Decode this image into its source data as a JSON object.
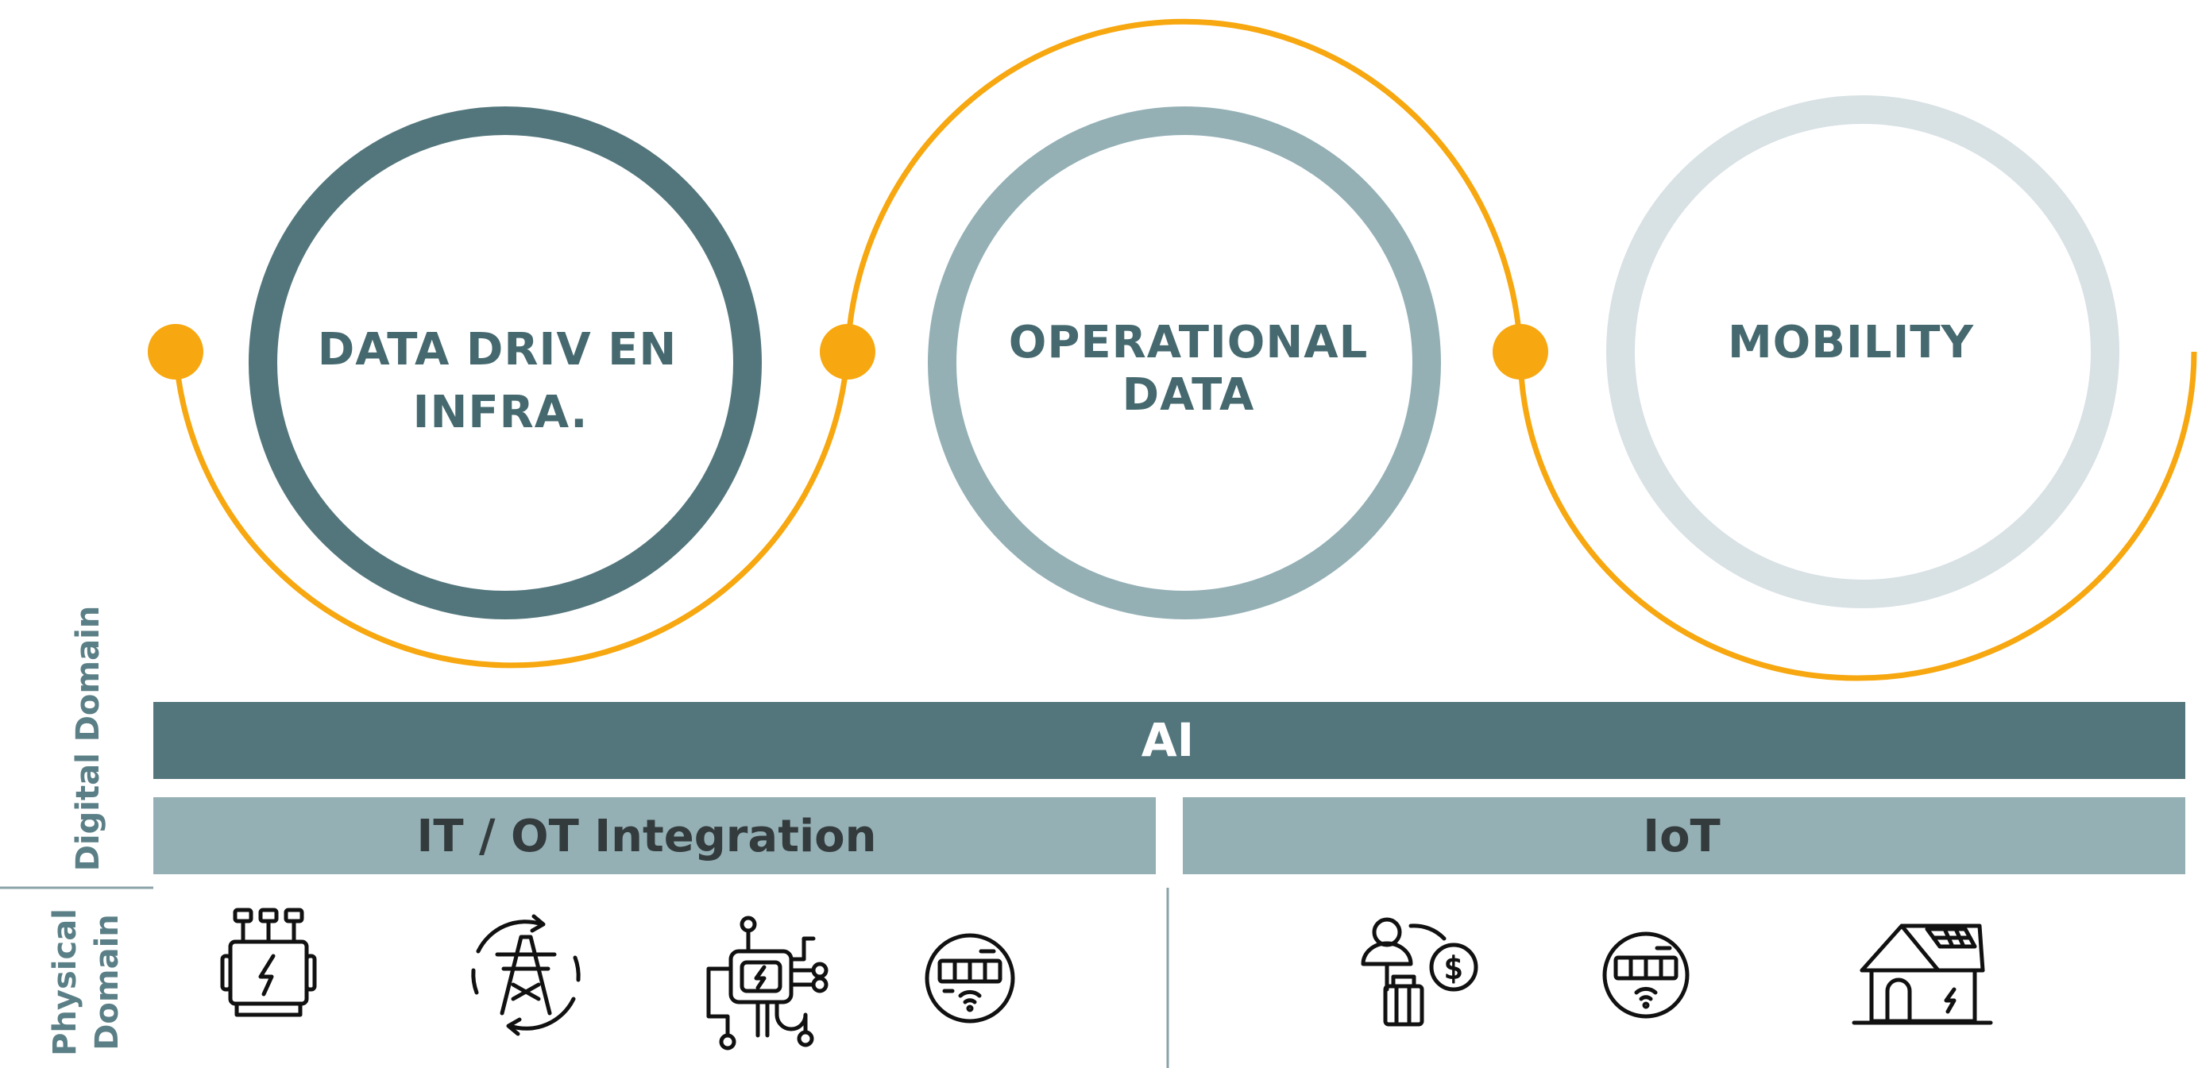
{
  "colors": {
    "accent": "#f7a70f",
    "dark_teal": "#53767c",
    "mid_teal": "#94b0b5",
    "light_gray": "#d8e1e4",
    "label_text": "#45696f",
    "divider": "#8aa3a8"
  },
  "circles": [
    {
      "line1": "DATA DRIV EN",
      "line2": "INFRA."
    },
    {
      "line1": "OPERATIONAL",
      "line2": "DATA"
    },
    {
      "line1": "MOBILITY",
      "line2": ""
    }
  ],
  "bars": {
    "ai": "AI",
    "it_ot": "IT / OT  Integration",
    "iot": "IoT"
  },
  "domains": {
    "digital": "Digital Domain",
    "physical_line1": "Physical",
    "physical_line2": "Domain"
  },
  "icons": [
    "transformer-icon",
    "power-tower-cycle-icon",
    "substation-circuit-icon",
    "smart-meter-icon",
    "consumer-billing-icon",
    "smart-meter-icon",
    "solar-house-icon"
  ]
}
